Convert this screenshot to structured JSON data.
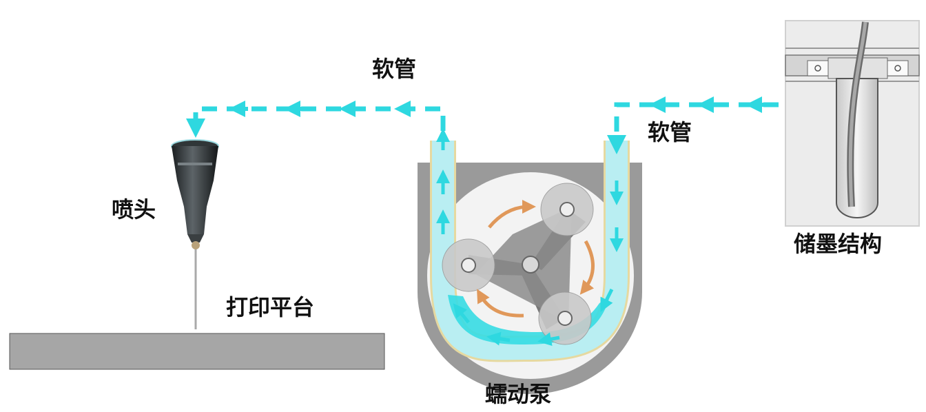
{
  "labels": {
    "hose_top": "软管",
    "hose_right": "软管",
    "nozzle": "喷头",
    "platform": "打印平台",
    "pump": "蠕动泵",
    "ink_storage": "储墨结构"
  },
  "colors": {
    "flow_arrow": "#2ed8e0",
    "tube_fill": "#b9eef2",
    "ink_fill": "#36dbe3",
    "pump_housing": "#9a9a9a",
    "rotation_arrow": "#e0985a",
    "platform": "#a6a6a6"
  }
}
